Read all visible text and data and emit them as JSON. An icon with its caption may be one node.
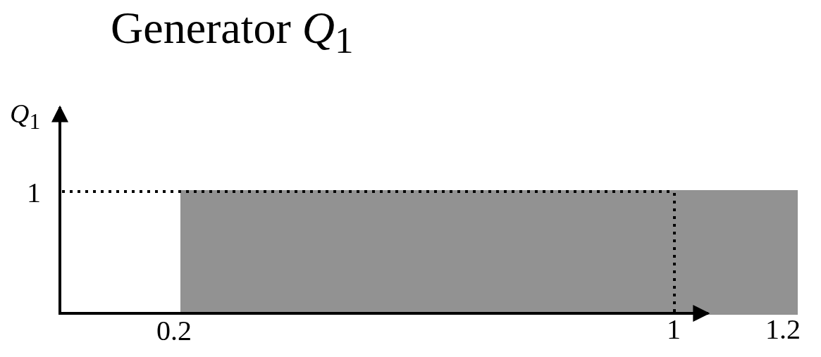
{
  "diagram": {
    "title": "Generator *Q*$_{1}$",
    "labels": [
      "*Q*$_{1}$",
      "1",
      "0.2",
      "1",
      "1.2"
    ]
  }
}
